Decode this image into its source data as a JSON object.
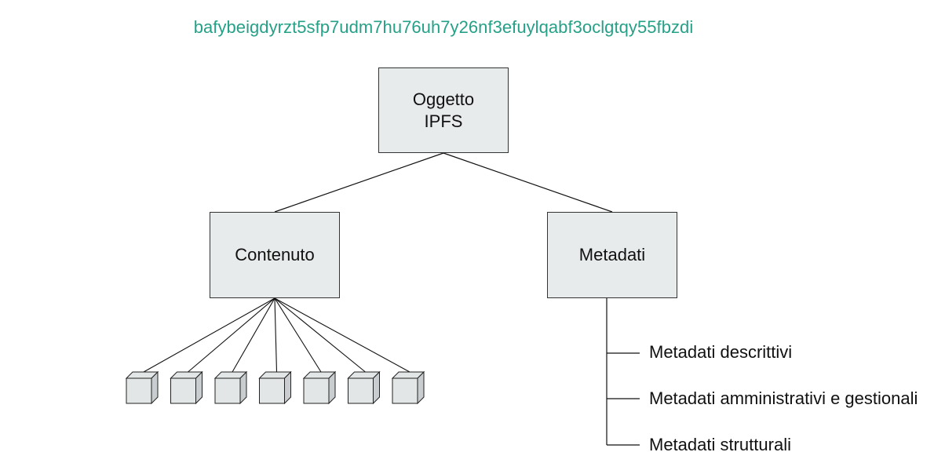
{
  "cid": "bafybeigdyrzt5sfp7udm7hu76uh7y26nf3efuylqabf3oclgtqy55fbzdi",
  "root": {
    "line1": "Oggetto",
    "line2": "IPFS"
  },
  "content": {
    "label": "Contenuto"
  },
  "metadata": {
    "label": "Metadati",
    "items": [
      "Metadati descrittivi",
      "Metadati amministrativi e gestionali",
      "Metadati strutturali"
    ]
  },
  "chunk_count": 7,
  "colors": {
    "cid_text": "#26a087",
    "box_fill": "#e8ebec",
    "chunk_front": "#e3e6e7",
    "chunk_side": "#c9cdcf"
  }
}
